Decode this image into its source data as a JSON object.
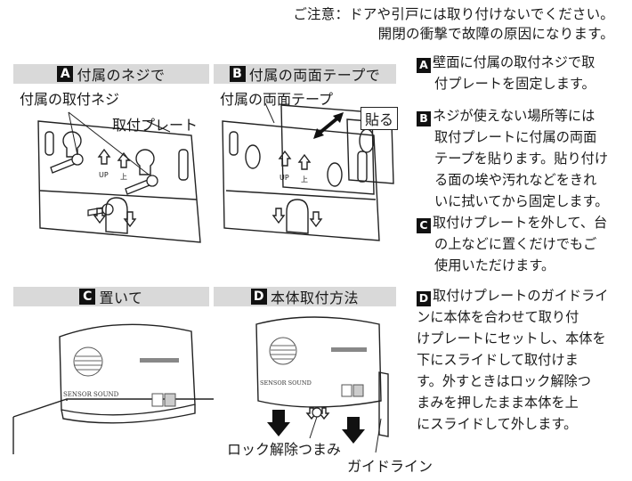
{
  "notice": {
    "line1": "ご注意：ドアや引戸には取り付けないでください。",
    "line2": "開閉の衝撃で故障の原因になります。"
  },
  "panels": {
    "a": {
      "badge": "A",
      "title": "付属のネジで"
    },
    "b": {
      "badge": "B",
      "title": "付属の両面テープで"
    },
    "c": {
      "badge": "C",
      "title": "置いて"
    },
    "d": {
      "badge": "D",
      "title": "本体取付方法"
    }
  },
  "callouts": {
    "screw": "付属の取付ネジ",
    "plate": "取付プレート",
    "tape": "付属の両面テープ",
    "stick": "貼る",
    "lock_release": "ロック解除つまみ",
    "guideline": "ガイドライン"
  },
  "device": {
    "brand": "SENSOR SOUND"
  },
  "instructions": [
    {
      "badge": "A",
      "lines": [
        "壁面に付属の取付ネジで取",
        "付プレートを固定します。"
      ]
    },
    {
      "badge": "B",
      "lines": [
        "ネジが使えない場所等には",
        "取付プレートに付属の両面",
        "テープを貼ります。貼り付け",
        "る面の埃や汚れなどをきれ",
        "いに拭いてから固定します。"
      ]
    },
    {
      "badge": "C",
      "lines": [
        "取付けプレートを外して、台",
        "の上などに置くだけでもご",
        "使用いただけます。"
      ]
    },
    {
      "badge": "D",
      "lines": [
        "取付けプレートのガイドライ",
        "ンに本体を合わせて取り付",
        "けプレートにセットし、本体を",
        "下にスライドして取付けま",
        "す。外すときはロック解除つ",
        "まみを押したまま本体を上",
        "にスライドして外します。"
      ]
    }
  ],
  "colors": {
    "badge_bg": "#111111",
    "header_bg": "#d9d9d9",
    "line": "#222222"
  }
}
